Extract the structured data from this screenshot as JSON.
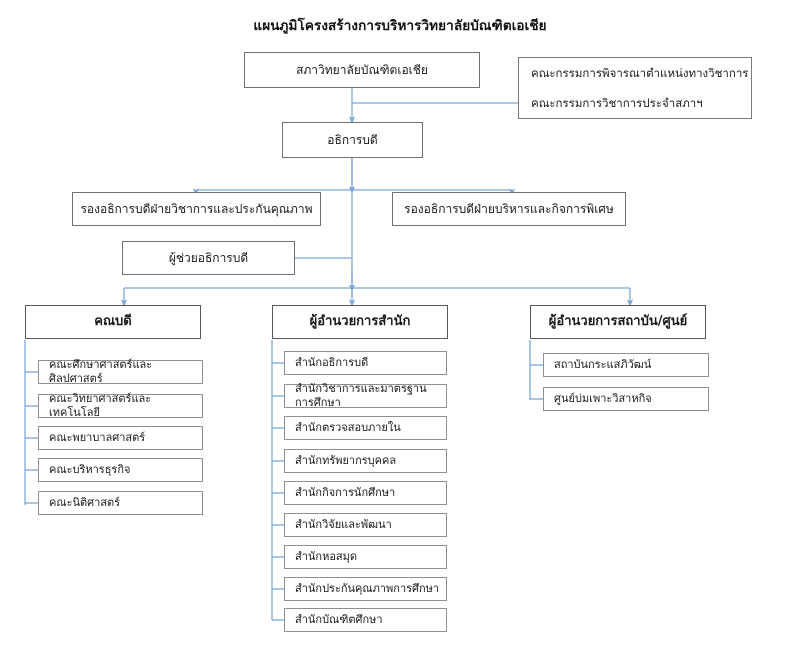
{
  "title": "แผนภูมิโครงสร้างการบริหารวิทยาลัยบัณฑิตเอเชีย",
  "colors": {
    "connector": "#7BA7D7",
    "box_border": "#8a8a8a",
    "header_border": "#595959",
    "background": "#ffffff",
    "text": "#1a1a1a"
  },
  "top": {
    "council": "สภาวิทยาลัยบัณฑิตเอเชีย",
    "committees": [
      "คณะกรรมการพิจารณาตำแหน่งทางวิชาการ",
      "คณะกรรมการวิชาการประจำสภาฯ"
    ],
    "president": "อธิการบดี",
    "vice_presidents": [
      "รองอธิการบดีฝ่ายวิชาการและประกันคุณภาพ",
      "รองอธิการบดีฝ่ายบริหารและกิจการพิเศษ"
    ],
    "assistant": "ผู้ช่วยอธิการบดี"
  },
  "columns": [
    {
      "header": "คณบดี",
      "items": [
        "คณะศึกษาศาสตร์และศิลปศาสตร์",
        "คณะวิทยาศาสตร์และเทคโนโลยี",
        "คณะพยาบาลศาสตร์",
        "คณะบริหารธุรกิจ",
        "คณะนิติศาสตร์"
      ]
    },
    {
      "header": "ผู้อำนวยการสำนัก",
      "items": [
        "สำนักอธิการบดี",
        "สำนักวิชาการและมาตรฐานการศึกษา",
        "สำนักตรวจสอบภายใน",
        "สำนักทรัพยากรบุคคล",
        "สำนักกิจการนักศึกษา",
        "สำนักวิจัยและพัฒนา",
        "สำนักหอสมุด",
        "สำนักประกันคุณภาพการศึกษา",
        "สำนักบัณฑิตศึกษา"
      ]
    },
    {
      "header": "ผู้อำนวยการสถาบัน/ศูนย์",
      "items": [
        "สถาบันกระแสภิวัฒน์",
        "ศูนย์บ่มเพาะวิสาหกิจ"
      ]
    }
  ]
}
